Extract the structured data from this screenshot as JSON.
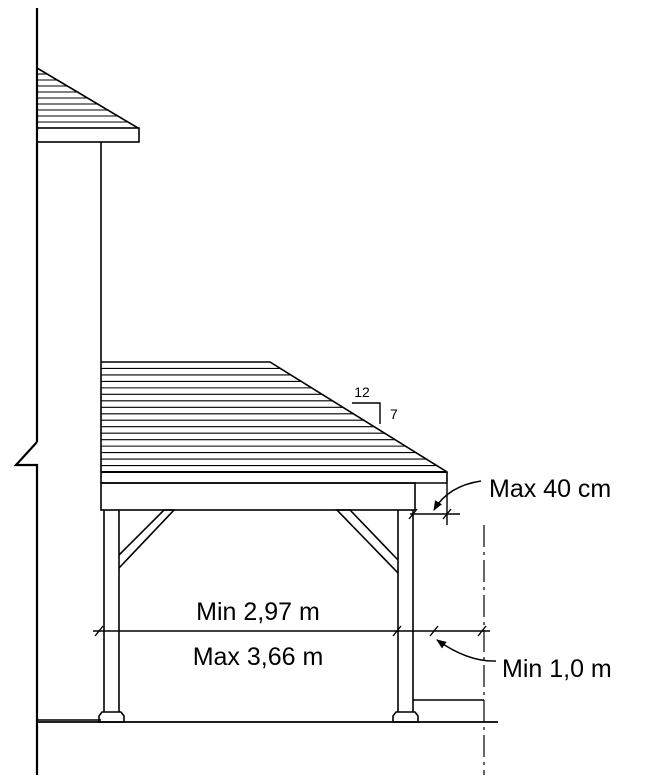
{
  "slope": {
    "rise_label": "12",
    "run_label": "7"
  },
  "dimensions": {
    "overhang": "Max 40 cm",
    "span_min": "Min 2,97 m",
    "span_max": "Max 3,66 m",
    "clearance": "Min 1,0 m"
  }
}
